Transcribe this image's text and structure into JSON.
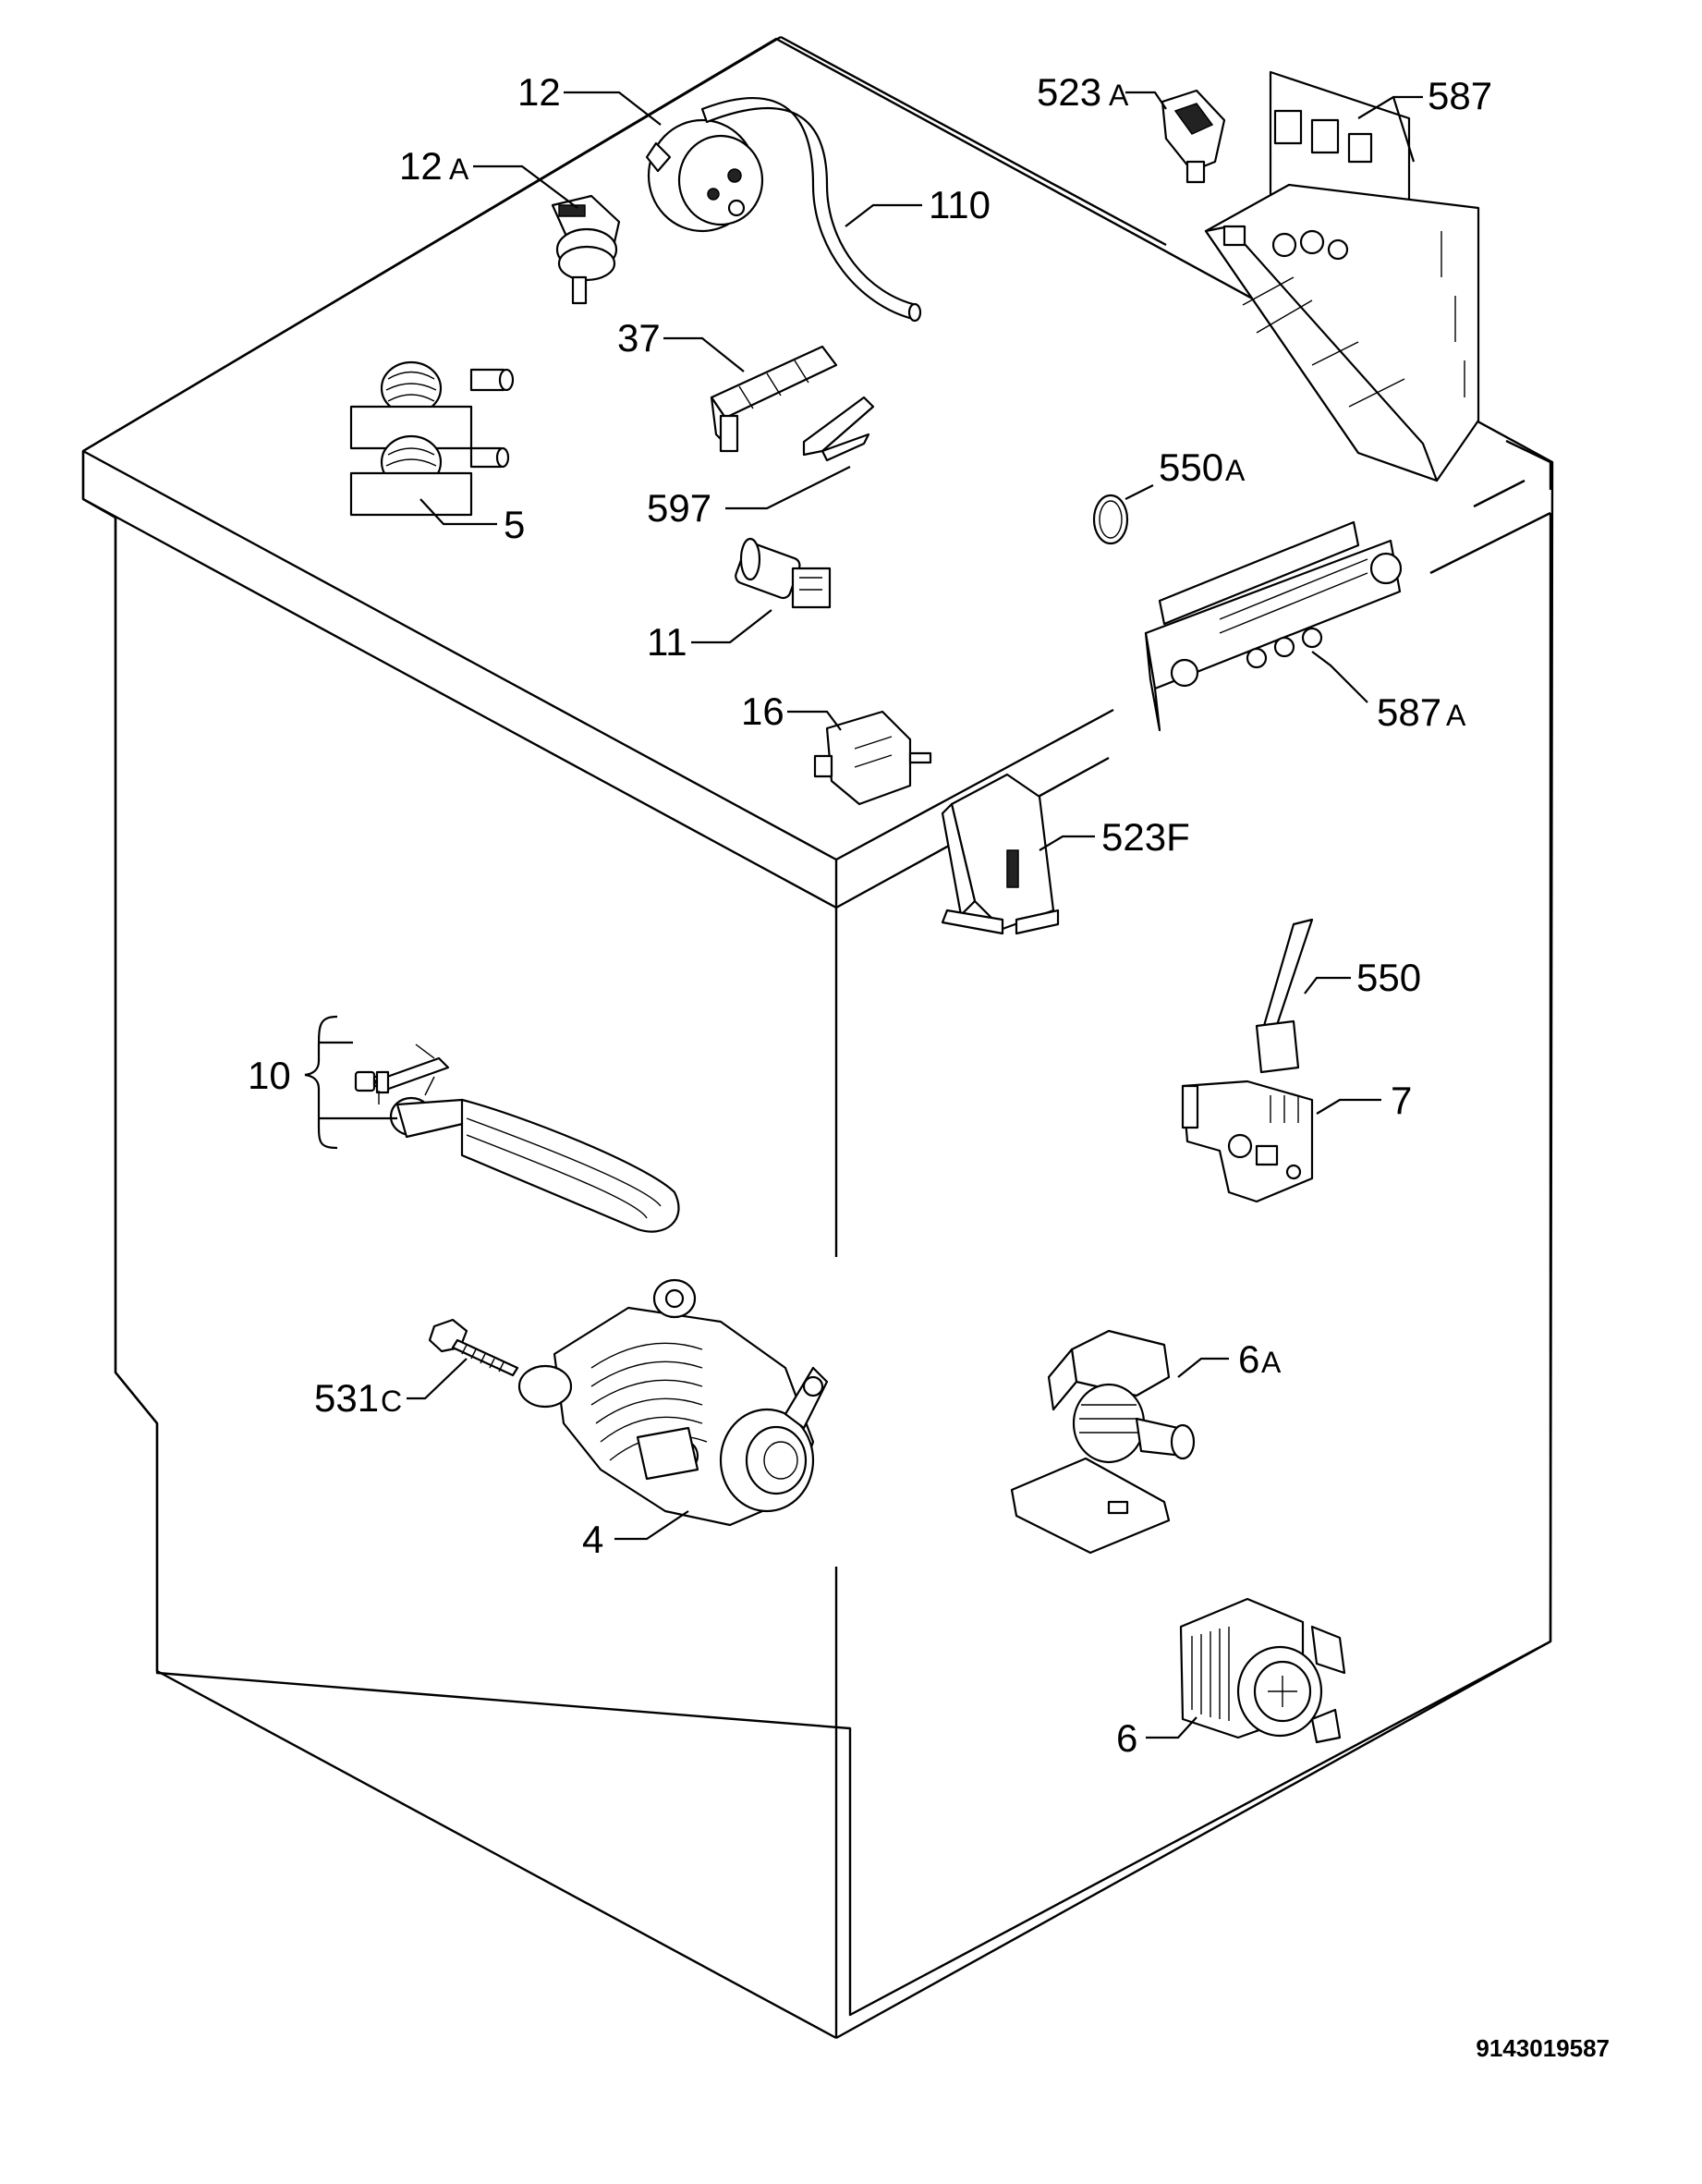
{
  "diagram": {
    "code": "9143019587",
    "parts": {
      "p12": {
        "num": "12",
        "suffix": ""
      },
      "p12a": {
        "num": "12",
        "suffix": "A"
      },
      "p110": {
        "num": "110",
        "suffix": ""
      },
      "p37": {
        "num": "37",
        "suffix": ""
      },
      "p5": {
        "num": "5",
        "suffix": ""
      },
      "p597": {
        "num": "597",
        "suffix": ""
      },
      "p11": {
        "num": "11",
        "suffix": ""
      },
      "p16": {
        "num": "16",
        "suffix": ""
      },
      "p523a": {
        "num": "523",
        "suffix": "A"
      },
      "p587": {
        "num": "587",
        "suffix": ""
      },
      "p550a": {
        "num": "550",
        "suffix": "A"
      },
      "p587a": {
        "num": "587",
        "suffix": "A"
      },
      "p523f": {
        "num": "523F",
        "suffix": ""
      },
      "p550": {
        "num": "550",
        "suffix": ""
      },
      "p7": {
        "num": "7",
        "suffix": ""
      },
      "p10": {
        "num": "10",
        "suffix": ""
      },
      "p531c": {
        "num": "531",
        "suffix": "C"
      },
      "p4": {
        "num": "4",
        "suffix": ""
      },
      "p6a": {
        "num": "6",
        "suffix": "A"
      },
      "p6": {
        "num": "6",
        "suffix": ""
      }
    }
  }
}
